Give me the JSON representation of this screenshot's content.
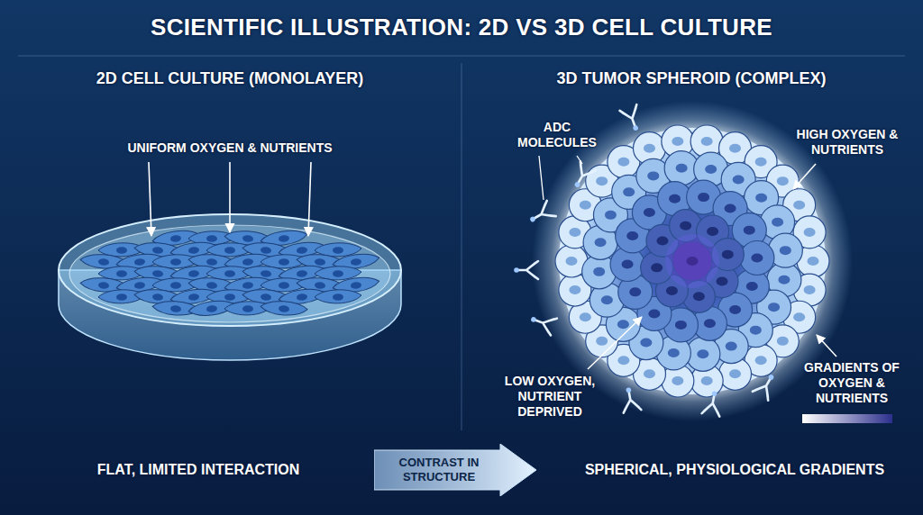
{
  "diagram": {
    "title": "SCIENTIFIC ILLUSTRATION: 2D VS 3D CELL CULTURE",
    "nodes": [
      {
        "text": [
          "CONTRAST IN STRUCTURE"
        ]
      }
    ],
    "labels": [
      "2D CELL CULTURE (MONOLAYER)",
      "3D TUMOR SPHEROID (COMPLEX)",
      "UNIFORM OXYGEN & NUTRIENTS",
      "ADC MOLECULES",
      "HIGH OXYGEN & NUTRIENTS",
      "LOW OXYGEN, NUTRIENT DEPRIVED",
      "GRADIENTS OF OXYGEN & NUTRIENTS",
      "FLAT, LIMITED INTERACTION",
      "SPHERICAL, PHYSIOLOGICAL GRADIENTS"
    ]
  }
}
